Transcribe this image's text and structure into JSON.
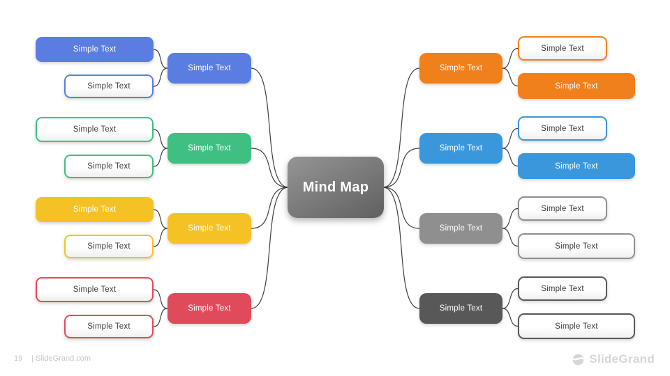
{
  "slide": {
    "title": "Mind Map",
    "page_number": "19",
    "footer_text": "| SlideGrand.com",
    "brand_name": "SlideGrand",
    "brand_icon": "slidegrand-globe-icon"
  },
  "colors": {
    "center_gradient_start": "#959595",
    "center_gradient_end": "#606060",
    "connector": "#3f3f3f",
    "footer_text": "#c6c6c6",
    "brand_text": "#d6d6d6"
  },
  "branches_left": [
    {
      "id": "blue",
      "color": "#5b7de1",
      "main": {
        "label": "Simple Text"
      },
      "children": [
        {
          "label": "Simple Text",
          "variant": "filled"
        },
        {
          "label": "Simple Text",
          "variant": "outline"
        }
      ]
    },
    {
      "id": "green",
      "color": "#40bf83",
      "main": {
        "label": "Simple Text"
      },
      "children": [
        {
          "label": "Simple Text",
          "variant": "outline"
        },
        {
          "label": "Simple Text",
          "variant": "outline"
        }
      ]
    },
    {
      "id": "yellow",
      "color": "#f5c226",
      "main": {
        "label": "Simple Text"
      },
      "children": [
        {
          "label": "Simple Text",
          "variant": "filled"
        },
        {
          "label": "Simple Text",
          "variant": "outline"
        }
      ]
    },
    {
      "id": "red",
      "color": "#e04b5b",
      "main": {
        "label": "Simple Text"
      },
      "children": [
        {
          "label": "Simple Text",
          "variant": "outline"
        },
        {
          "label": "Simple Text",
          "variant": "outline"
        }
      ]
    }
  ],
  "branches_right": [
    {
      "id": "orange",
      "color": "#f0801c",
      "main": {
        "label": "Simple Text"
      },
      "children": [
        {
          "label": "Simple Text",
          "variant": "outline"
        },
        {
          "label": "Simple Text",
          "variant": "filled"
        }
      ]
    },
    {
      "id": "sky-blue",
      "color": "#3b97db",
      "main": {
        "label": "Simple Text"
      },
      "children": [
        {
          "label": "Simple Text",
          "variant": "outline"
        },
        {
          "label": "Simple Text",
          "variant": "filled"
        }
      ]
    },
    {
      "id": "gray",
      "color": "#8f8f8f",
      "main": {
        "label": "Simple Text"
      },
      "children": [
        {
          "label": "Simple Text",
          "variant": "outline"
        },
        {
          "label": "Simple Text",
          "variant": "outline"
        }
      ]
    },
    {
      "id": "dark-gray",
      "color": "#585858",
      "main": {
        "label": "Simple Text"
      },
      "children": [
        {
          "label": "Simple Text",
          "variant": "outline"
        },
        {
          "label": "Simple Text",
          "variant": "outline"
        }
      ]
    }
  ]
}
